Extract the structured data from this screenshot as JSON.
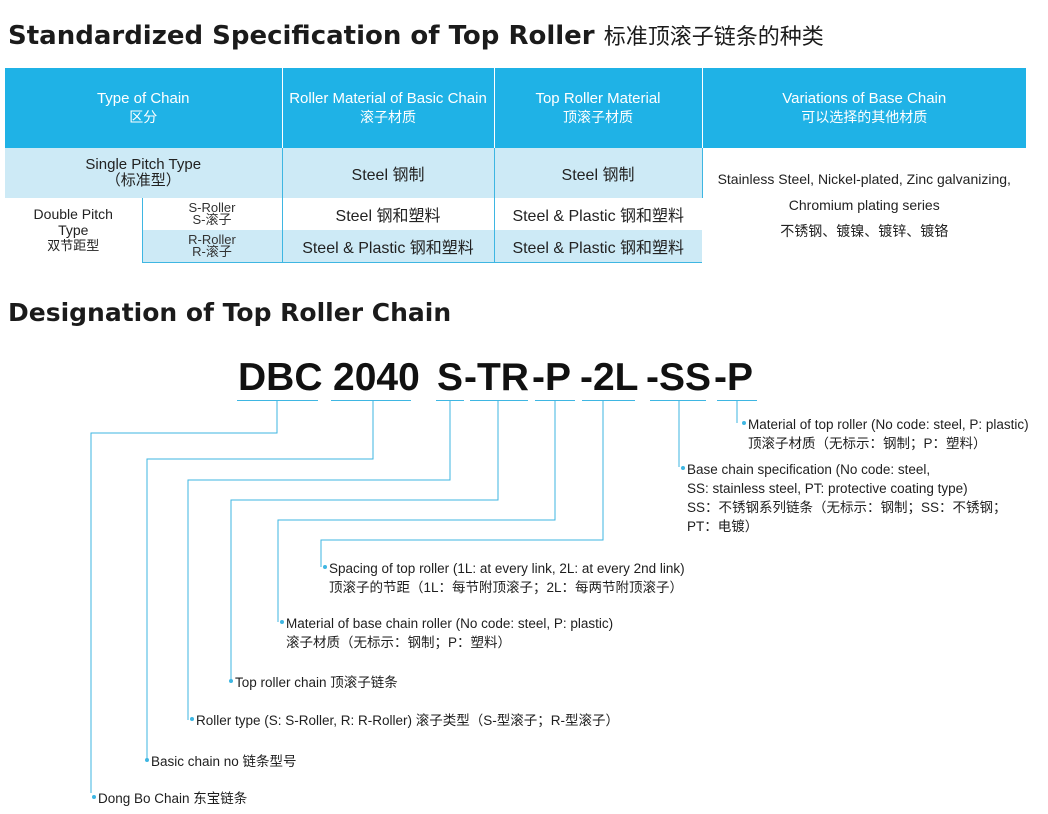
{
  "section1": {
    "title_en": "Standardized Specification of Top Roller",
    "title_cn": "标准顶滚子链条的种类"
  },
  "table": {
    "headers": [
      {
        "en": "Type of Chain",
        "cn": "区分"
      },
      {
        "en": "Roller Material of Basic Chain",
        "cn": "滚子材质"
      },
      {
        "en": "Top Roller Material",
        "cn": "顶滚子材质"
      },
      {
        "en": "Variations of Base Chain",
        "cn": "可以选择的其他材质"
      }
    ],
    "single": {
      "en": "Single Pitch Type",
      "cn": "（标准型）",
      "roller": "Steel 钢制",
      "top": "Steel 钢制"
    },
    "double": {
      "en": "Double Pitch Type",
      "cn": "双节距型",
      "s_roller": {
        "en": "S-Roller",
        "cn": "S-滚子",
        "roller": "Steel 钢和塑料",
        "top": "Steel & Plastic 钢和塑料"
      },
      "r_roller": {
        "en": "R-Roller",
        "cn": "R-滚子",
        "roller": "Steel & Plastic 钢和塑料",
        "top": "Steel & Plastic 钢和塑料"
      }
    },
    "variations": {
      "line1": "Stainless Steel, Nickel-plated, Zinc galvanizing,",
      "line2": "Chromium plating series",
      "line3": "不锈钢、镀镍、镀锌、镀铬"
    }
  },
  "section2": {
    "title": "Designation of Top Roller Chain"
  },
  "designation": {
    "parts": [
      "DBC",
      "2040",
      "S",
      "-TR",
      "-P",
      "-2L",
      "-SS",
      "-P"
    ]
  },
  "annotations": {
    "top_material": {
      "en": "Material of top roller (No code: steel, P: plastic)",
      "cn": "顶滚子材质（无标示：钢制；P：塑料）"
    },
    "base_spec": {
      "en1": "Base chain specification (No code: steel,",
      "en2": "SS: stainless steel, PT: protective coating type)",
      "cn1": "SS：不锈钢系列链条（无标示：钢制；SS：不锈钢；",
      "cn2": "PT：电镀）"
    },
    "spacing": {
      "en": "Spacing of top roller (1L: at every link, 2L: at every 2nd link)",
      "cn": "顶滚子的节距（1L：每节附顶滚子；2L：每两节附顶滚子）"
    },
    "base_roller": {
      "en": "Material of base chain roller (No code: steel, P: plastic)",
      "cn": "滚子材质（无标示：钢制；P：塑料）"
    },
    "top_roller_chain": "Top roller chain 顶滚子链条",
    "roller_type": "Roller type (S: S-Roller, R: R-Roller) 滚子类型（S-型滚子；R-型滚子）",
    "basic_chain_no": "Basic chain no  链条型号",
    "dong_bo": "Dong Bo Chain 东宝链条"
  },
  "colors": {
    "accent": "#1fb2e6",
    "light": "#cdeaf6",
    "line": "#3eb6e2"
  }
}
